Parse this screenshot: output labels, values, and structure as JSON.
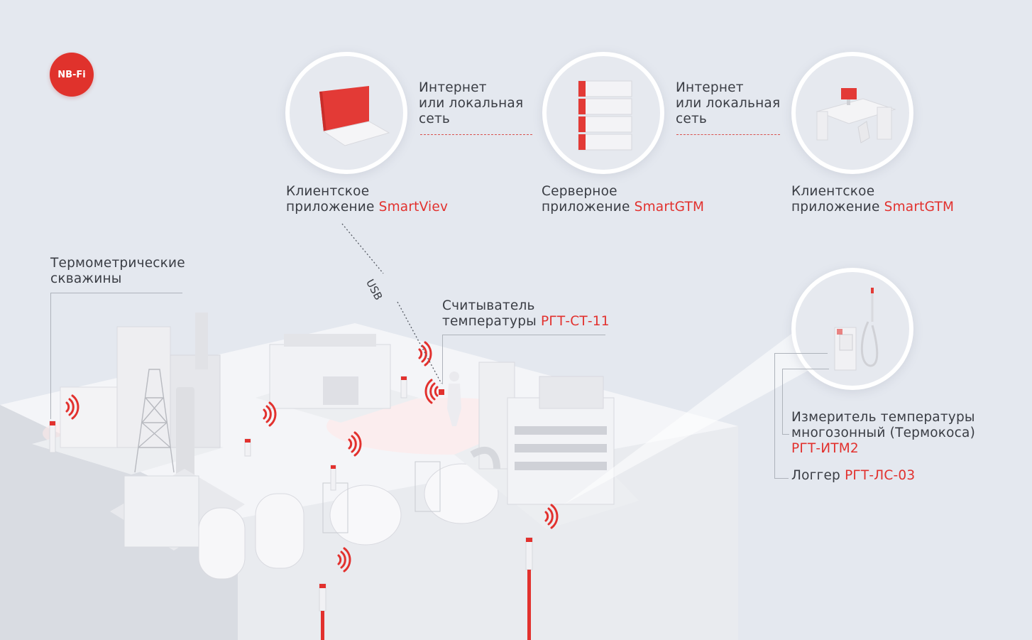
{
  "badge": {
    "label": "NB-Fi"
  },
  "network": [
    {
      "line1": "Интернет",
      "line2": "или локальная",
      "line3": "сеть"
    },
    {
      "line1": "Интернет",
      "line2": "или локальная",
      "line3": "сеть"
    }
  ],
  "apps": [
    {
      "line1": "Клиентское",
      "prefix": "приложение ",
      "name": "SmartViev",
      "icon": "laptop-icon"
    },
    {
      "line1": "Серверное",
      "prefix": "приложение ",
      "name": "SmartGTM",
      "icon": "server-icon"
    },
    {
      "line1": "Клиентское",
      "prefix": "приложение ",
      "name": "SmartGTM",
      "icon": "workstation-icon"
    }
  ],
  "usb": {
    "label": "USB"
  },
  "wells": {
    "line1": "Термометрические",
    "line2": "скважины"
  },
  "reader": {
    "line1": "Считыватель",
    "prefix": "температуры ",
    "name": "РГТ-СТ-11"
  },
  "meter": {
    "line1": "Измеритель температуры",
    "line2": "многозонный (Термокоса)",
    "name": "РГТ-ИТМ2"
  },
  "logger": {
    "prefix": "Логгер ",
    "name": "РГТ-ЛС-03"
  },
  "colors": {
    "accent": "#e2312e",
    "background": "#e4e8ef",
    "text": "#3a3d44"
  }
}
